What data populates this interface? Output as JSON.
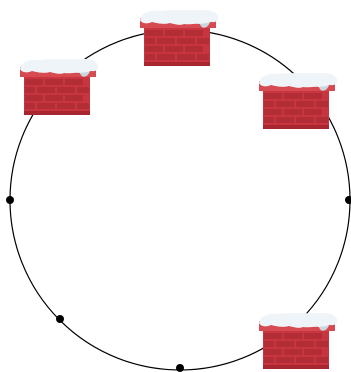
{
  "diagram": {
    "circle": {
      "stroke": "#000000"
    },
    "chimney_colors": {
      "brick_light": "#d64a52",
      "brick_dark": "#a8262f",
      "mortar": "#8e1f27",
      "snow": "#eef4f7",
      "snow_shadow": "#c9d6dc"
    },
    "chimneys": [
      {
        "id": "chimney-top"
      },
      {
        "id": "chimney-top-left"
      },
      {
        "id": "chimney-right"
      },
      {
        "id": "chimney-bottom-right"
      }
    ],
    "dots": [
      {
        "id": "dot-left"
      },
      {
        "id": "dot-right"
      },
      {
        "id": "dot-lower-left"
      },
      {
        "id": "dot-bottom"
      }
    ],
    "dot_color": "#000000"
  }
}
